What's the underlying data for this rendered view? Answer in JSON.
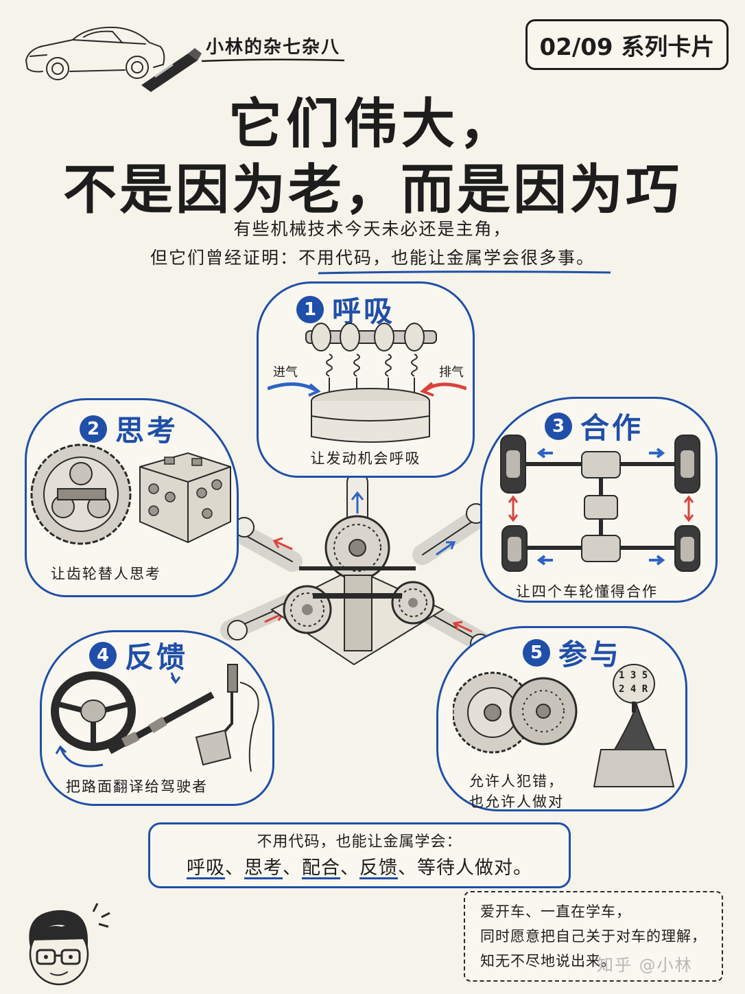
{
  "header": {
    "brand": "小林的杂七杂八",
    "series": "02/09 系列卡片"
  },
  "title": {
    "line1": "它们伟大，",
    "line2": "不是因为老，而是因为巧"
  },
  "subtitle": {
    "line1": "有些机械技术今天未必还是主角，",
    "line2": "但它们曾经证明：不用代码，也能让金属学会很多事。"
  },
  "cards": [
    {
      "num": "1",
      "title": "呼吸",
      "caption": "让发动机会呼吸",
      "intake_label": "进气",
      "exhaust_label": "排气"
    },
    {
      "num": "2",
      "title": "思考",
      "caption": "让齿轮替人思考"
    },
    {
      "num": "3",
      "title": "合作",
      "caption": "让四个车轮懂得合作"
    },
    {
      "num": "4",
      "title": "反馈",
      "caption": "把路面翻译给驾驶者"
    },
    {
      "num": "5",
      "title": "参与",
      "caption_line1": "允许人犯错，",
      "caption_line2": "也允许人做对",
      "shifter_top": "1 3 5",
      "shifter_bottom": "2 4 R"
    }
  ],
  "summary": {
    "line1": "不用代码，也能让金属学会：",
    "items": [
      "呼吸",
      "思考",
      "配合",
      "反馈"
    ],
    "sep": "、",
    "tail": "等待人做对。"
  },
  "bio": {
    "line1": "爱开车、一直在学车，",
    "line2": "同时愿意把自己关于对车的理解，",
    "line3": "知无不尽地说出来。"
  },
  "watermark": "知乎 @小林",
  "colors": {
    "accent": "#1f4fa8",
    "intake": "#2d63c4",
    "exhaust": "#d9433b",
    "paper": "#f6f3ea"
  }
}
